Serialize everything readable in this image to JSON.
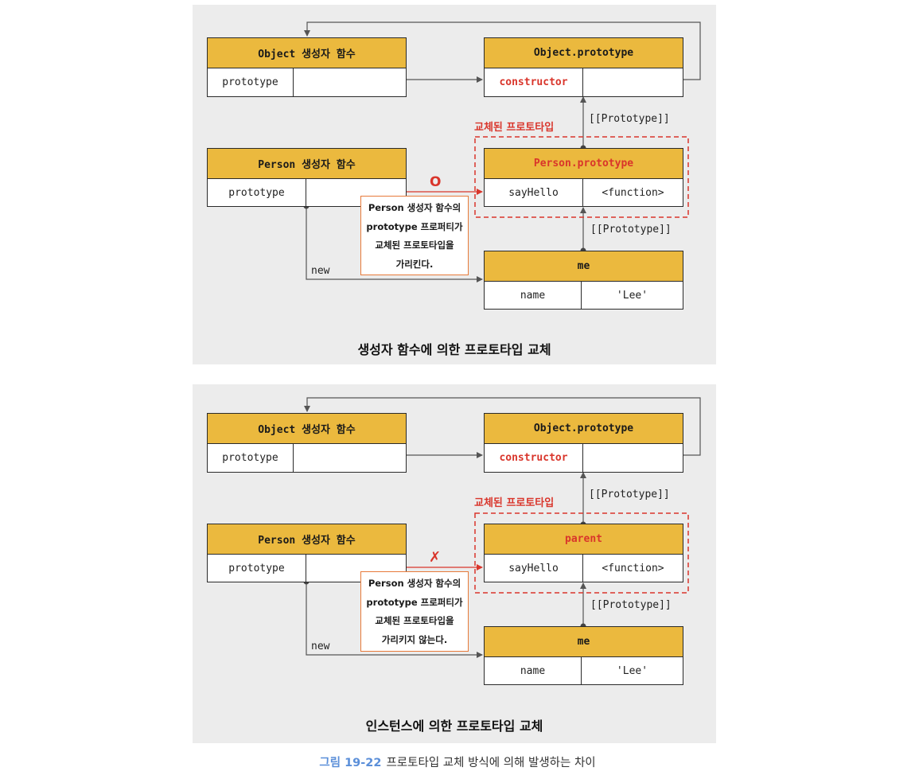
{
  "panels": [
    {
      "object_ctor": {
        "title": "Object 생성자 함수",
        "key": "prototype"
      },
      "object_proto": {
        "title": "Object.prototype",
        "key": "constructor"
      },
      "proto_link_1": "[[Prototype]]",
      "replaced_label": "교체된 프로토타입",
      "person_ctor": {
        "title": "Person 생성자 함수",
        "key": "prototype"
      },
      "status_mark": "O",
      "replaced_proto": {
        "title": "Person.prototype",
        "key": "sayHello",
        "value": "<function>"
      },
      "proto_link_2": "[[Prototype]]",
      "callout_lines": [
        "Person 생성자 함수의",
        "prototype 프로퍼티가",
        "교체된 프로토타입을",
        "가리킨다."
      ],
      "new_label": "new",
      "me": {
        "title": "me",
        "key": "name",
        "value": "'Lee'"
      },
      "caption": "생성자 함수에 의한 프로토타입 교체"
    },
    {
      "object_ctor": {
        "title": "Object 생성자 함수",
        "key": "prototype"
      },
      "object_proto": {
        "title": "Object.prototype",
        "key": "constructor"
      },
      "proto_link_1": "[[Prototype]]",
      "replaced_label": "교체된 프로토타입",
      "person_ctor": {
        "title": "Person 생성자 함수",
        "key": "prototype"
      },
      "status_mark": "✗",
      "replaced_proto": {
        "title": "parent",
        "key": "sayHello",
        "value": "<function>"
      },
      "proto_link_2": "[[Prototype]]",
      "callout_lines": [
        "Person 생성자 함수의",
        "prototype 프로퍼티가",
        "교체된 프로토타입을",
        "가리키지 않는다."
      ],
      "new_label": "new",
      "me": {
        "title": "me",
        "key": "name",
        "value": "'Lee'"
      },
      "caption": "인스턴스에 의한 프로토타입 교체"
    }
  ],
  "figure": {
    "number": "그림 19-22",
    "title": "프로토타입 교체 방식에 의해 발생하는 차이"
  },
  "colors": {
    "header": "#ebb93e",
    "accent_red": "#d9352b",
    "callout_border": "#e77a3a",
    "panel_bg": "#ececec",
    "caption_blue": "#5b8fd9"
  }
}
